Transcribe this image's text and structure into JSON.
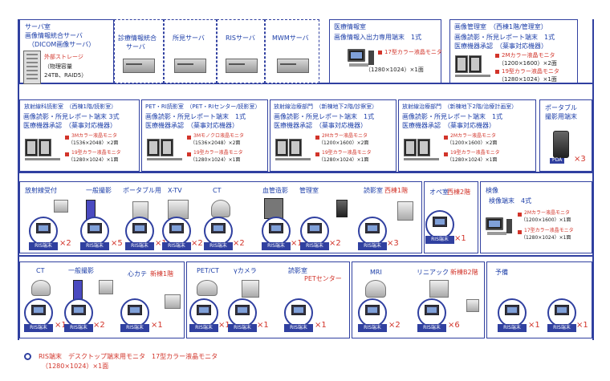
{
  "colors": {
    "accent": "#3040a0",
    "text_blue": "#1c3ea8",
    "text_red": "#d2342a"
  },
  "server_room": {
    "title": "サーバ室",
    "image_server": "画像情報統合サーバ",
    "image_server_sub": "（DICOM画像サーバ）",
    "storage": "外部ストレージ",
    "storage_cap": "（物理容量",
    "storage_cap2": "24TB、RAID5）"
  },
  "servers": {
    "diag_1": "診療情報統合",
    "diag_2": "サーバ",
    "findings": "所見サーバ",
    "ris": "RISサーバ",
    "mwm": "MWMサーバ"
  },
  "medinfo": {
    "title": "医療情報室",
    "terminal": "画像情報入出力専用端末　1式",
    "monitor": "17型カラー液晶モニタ",
    "res": "（1280×1024）×1面"
  },
  "imgmgmt": {
    "title": "画像管理室　（西棟1階/管理室）",
    "l1": "画像読影・所見レポート端末　1式",
    "l2": "医療機器承認　（薬事対応機器）",
    "m1": "2Mカラー液晶モニタ",
    "m1r": "（1200×1600）×2面",
    "m2": "19型カラー液晶モニタ",
    "m2r": "（1280×1024）×1面"
  },
  "rad_reading": {
    "title": "放射線科読影室　（西棟1階/読影室）",
    "l1": "画像読影・所見レポート端末 3式",
    "l2": "医療機器承認　（薬事対応機器）",
    "m1": "3Mカラー液晶モニタ",
    "m1r": "（1536×2048）×2面",
    "m2": "19型カラー液晶モニタ",
    "m2r": "（1280×1024）×1面"
  },
  "pet_reading": {
    "title": "PET・RI読影室　（PET・RIセンター/読影室）",
    "l1": "画像読影・所見レポート端末　1式",
    "l2": "医療機器承認　（薬事対応機器）",
    "m1": "3Mモノクロ液晶モニタ",
    "m1r": "（1536×2048）×2面",
    "m2": "19型カラー液晶モニタ",
    "m2r": "（1280×1024）×1面"
  },
  "radtherapy_a": {
    "title": "放射線治療部門　（新棟地下2階/診察室）",
    "l1": "画像読影・所見レポート端末　1式",
    "l2": "医療機器承認　（薬事対応機器）",
    "m1": "2Mカラー液晶モニタ",
    "m1r": "（1200×1600）×2面",
    "m2": "19型カラー液晶モニタ",
    "m2r": "（1280×1024）×1面"
  },
  "radtherapy_b": {
    "title": "放射線治療部門　（新棟地下2階/治療計画室）",
    "l1": "画像読影・所見レポート端末　1式",
    "l2": "医療機器承認　（薬事対応機器）",
    "m1": "2Mカラー液晶モニタ",
    "m1r": "（1200×1600）×2面",
    "m2": "19型カラー液晶モニタ",
    "m2r": "（1280×1024）×1面"
  },
  "portable": {
    "title1": "ポータブル",
    "title2": "撮影用端末",
    "pda": "PDA",
    "count": "×3"
  },
  "row3": {
    "reception": "放射線受付",
    "general": "一般撮影",
    "portable": "ポータブル用",
    "xtv": "X-TV",
    "ct": "CT",
    "angio": "血管造影",
    "control": "管理室",
    "reading": "読影室",
    "reading_loc": "西棟1階",
    "or": "オペ室",
    "or_loc": "西棟2階",
    "counts": [
      "×2",
      "×5",
      "×1",
      "×2",
      "×2",
      "×1",
      "×2",
      "×3",
      "×1"
    ]
  },
  "inspection": {
    "title": "検像",
    "terminal": "検像端末　4式",
    "m1": "2Mカラー液晶モニタ",
    "m1r": "（1200×1600）×1面",
    "m2": "17型カラー液晶モニタ",
    "m2r": "（1280×1024）×1面"
  },
  "row4": {
    "ct": "CT",
    "general": "一般撮影",
    "cath": "心カテ",
    "cath_loc": "新棟1階",
    "petct": "PET/CT",
    "gamma": "γカメラ",
    "reading": "読影室",
    "reading_loc": "PETセンター",
    "mri": "MRI",
    "linac": "リニアック",
    "linac_loc": "新棟B2階",
    "reserve": "予備",
    "counts": [
      "×1",
      "×2",
      "×1",
      "×1",
      "×1",
      "×1",
      "×2",
      "×6",
      "×1",
      "×1"
    ]
  },
  "ris_label": "RIS端末",
  "legend": {
    "l1": "RIS端末　デスクトップ端末用モニタ　17型カラー液晶モニタ",
    "l2": "（1280×1024）×1面"
  }
}
